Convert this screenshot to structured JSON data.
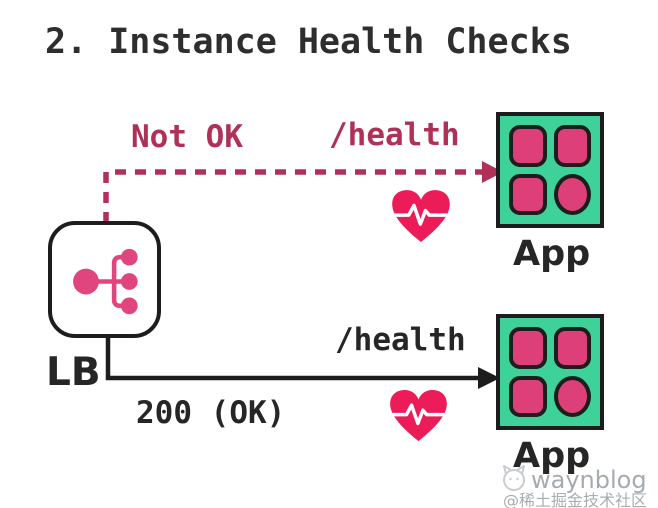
{
  "title": "2. Instance Health Checks",
  "lb": {
    "label": "LB"
  },
  "top_flow": {
    "status_label": "Not OK",
    "endpoint_label": "/health",
    "app_label": "App",
    "arrow_style": "dashed",
    "arrow_color": "#b03058"
  },
  "bottom_flow": {
    "status_label": "200 (OK)",
    "endpoint_label": "/health",
    "app_label": "App",
    "arrow_style": "solid",
    "arrow_color": "#1d1d1d"
  },
  "watermark": {
    "name": "waynblog",
    "community": "@稀土掘金技术社区"
  },
  "colors": {
    "accent_pink": "#dd4078",
    "accent_crimson": "#b03058",
    "heart_red": "#ec1c58",
    "app_green": "#3fd19a",
    "line_black": "#1d1d1d",
    "watermark_gray": "#a6abb0"
  }
}
